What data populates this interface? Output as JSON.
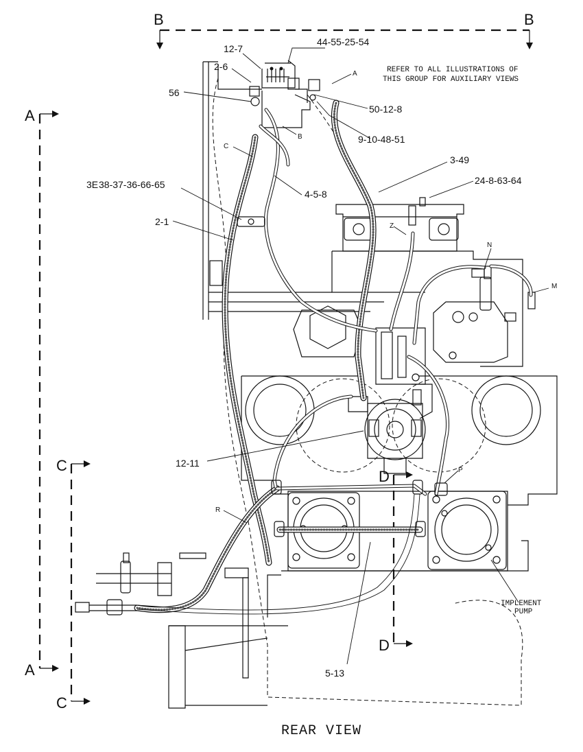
{
  "view": {
    "title": "REAR VIEW",
    "note_line1": "REFER TO ALL ILLUSTRATIONS OF",
    "note_line2": "THIS GROUP FOR AUXILIARY VIEWS"
  },
  "sections": {
    "b_left": "B",
    "b_right": "B",
    "a_top": "A",
    "a_bottom": "A",
    "c_top": "C",
    "c_bottom": "C",
    "d_top": "D",
    "d_bottom": "D"
  },
  "callouts": {
    "c_44_55_25_54": "44-55-25-54",
    "c_12_7": "12-7",
    "c_2_6": "2-6",
    "c_56": "56",
    "c_50_12_8": "50-12-8",
    "c_9_10_48_51": "9-10-48-51",
    "c_3_49": "3-49",
    "c_24_8_63_64": "24-8-63-64",
    "c_38_37_36_66_65": "38-37-36-66-65",
    "c_38_prefix": "3E",
    "c_4_5_8": "4-5-8",
    "c_2_1": "2-1",
    "c_12_11": "12-11",
    "c_5_13": "5-13",
    "implement_line1": "IMPLEMENT",
    "implement_line2": "PUMP"
  },
  "letters": {
    "a": "A",
    "b": "B",
    "c": "C",
    "z": "Z",
    "n": "N",
    "m": "M",
    "p": "P",
    "r": "R"
  }
}
